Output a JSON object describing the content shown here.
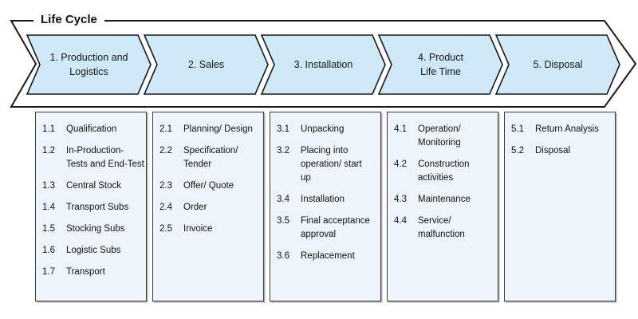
{
  "title": "Life Cycle",
  "colors": {
    "arrow_fill": "#cfe9f8",
    "band_fill": "#ffffff",
    "outline": "#1a1a1a",
    "column_fill": "#eef4fb",
    "column_border": "#3c3c3c",
    "text": "#111111"
  },
  "phases": [
    {
      "label": "1. Production and\nLogistics",
      "items": [
        {
          "num": "1.1",
          "text": "Qualification"
        },
        {
          "num": "1.2",
          "text": "In-Production-\nTests and End-Test"
        },
        {
          "num": "1.3",
          "text": "Central Stock"
        },
        {
          "num": "1.4",
          "text": "Transport Subs"
        },
        {
          "num": "1.5",
          "text": "Stocking Subs"
        },
        {
          "num": "1.6",
          "text": "Logistic Subs"
        },
        {
          "num": "1.7",
          "text": "Transport"
        }
      ]
    },
    {
      "label": "2. Sales",
      "items": [
        {
          "num": "2.1",
          "text": "Planning/ Design"
        },
        {
          "num": "2.2",
          "text": "Specification/\nTender"
        },
        {
          "num": "2.3",
          "text": "Offer/ Quote"
        },
        {
          "num": "2.4",
          "text": "Order"
        },
        {
          "num": "2.5",
          "text": "Invoice"
        }
      ]
    },
    {
      "label": "3. Installation",
      "items": [
        {
          "num": "3.1",
          "text": "Unpacking"
        },
        {
          "num": "3.2",
          "text": "Placing into\noperation/ start\nup"
        },
        {
          "num": "3.4",
          "text": "Installation"
        },
        {
          "num": "3.5",
          "text": "Final acceptance\napproval"
        },
        {
          "num": "3.6",
          "text": "Replacement"
        }
      ]
    },
    {
      "label": "4. Product\nLife Time",
      "items": [
        {
          "num": "4.1",
          "text": "Operation/\nMonitoring"
        },
        {
          "num": "4.2",
          "text": "Construction\nactivities"
        },
        {
          "num": "4.3",
          "text": "Maintenance"
        },
        {
          "num": "4.4",
          "text": "Service/\nmalfunction"
        }
      ]
    },
    {
      "label": "5. Disposal",
      "items": [
        {
          "num": "5.1",
          "text": "Return Analysis"
        },
        {
          "num": "5.2",
          "text": "Disposal"
        }
      ]
    }
  ]
}
